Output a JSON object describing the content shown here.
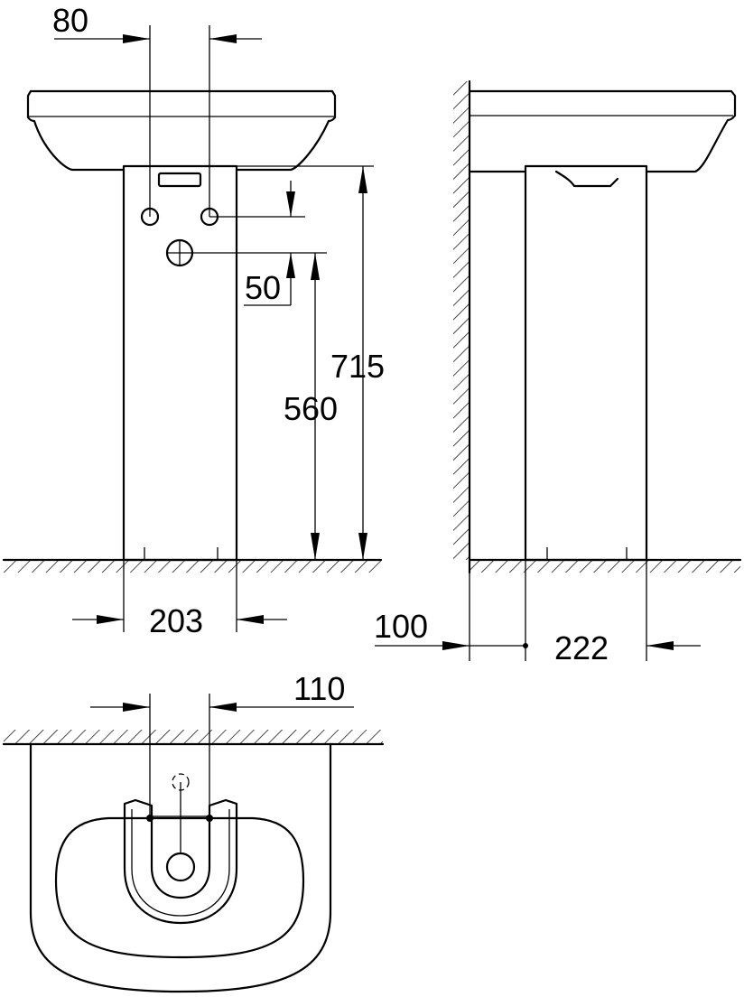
{
  "dimensions": {
    "tap_hole_spacing": "80",
    "waste_offset": "50",
    "overall_height": "715",
    "waste_height": "560",
    "pedestal_width": "203",
    "wall_offset": "100",
    "pedestal_depth": "222",
    "plan_spacing": "110"
  }
}
